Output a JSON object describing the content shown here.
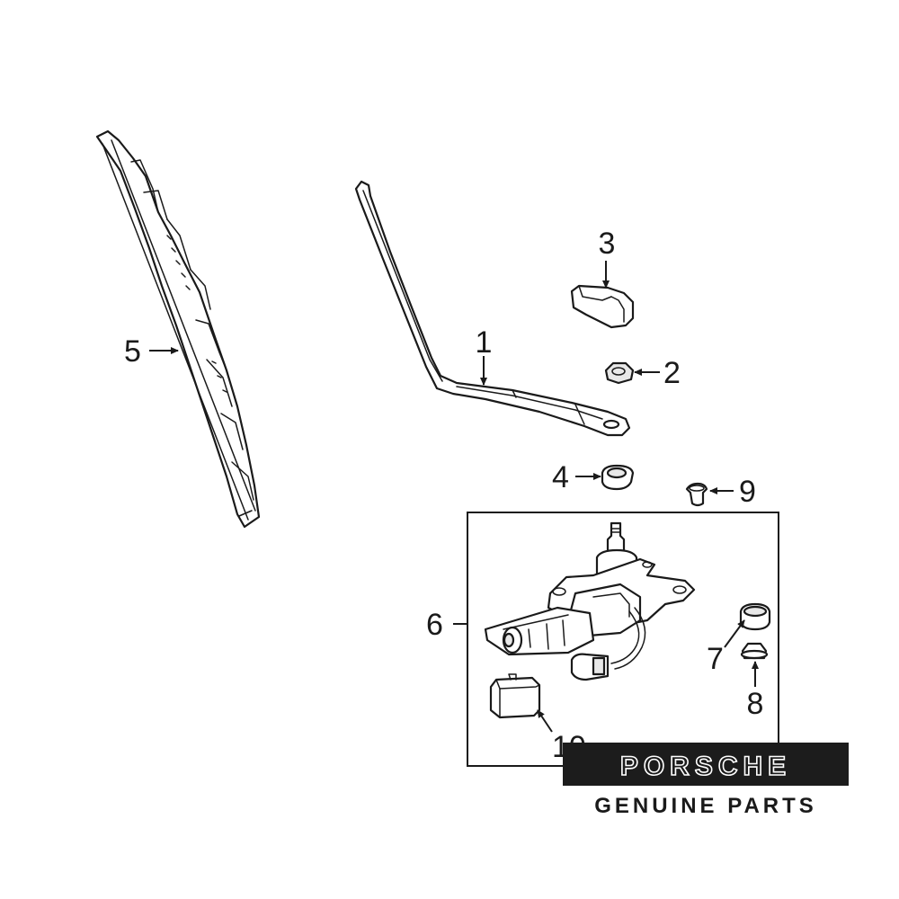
{
  "callouts": {
    "c1": "1",
    "c2": "2",
    "c3": "3",
    "c4": "4",
    "c5": "5",
    "c6": "6",
    "c7": "7",
    "c8": "8",
    "c9": "9",
    "c10": "10"
  },
  "brand": {
    "name": "PORSCHE",
    "tagline": "GENUINE PARTS"
  }
}
